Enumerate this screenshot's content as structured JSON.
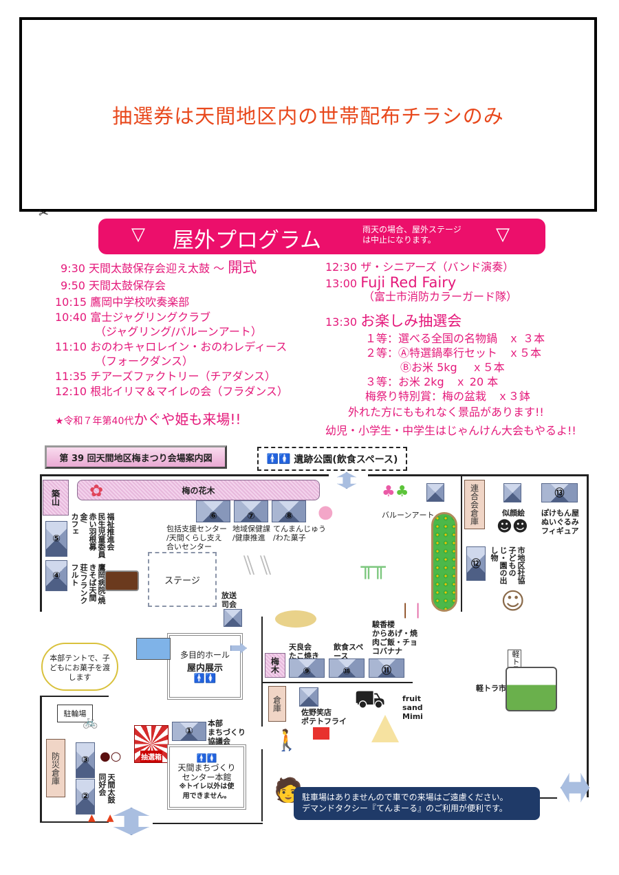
{
  "notice_box": {
    "text": "抽選券は天間地区内の世帯配布チラシのみ"
  },
  "banner": {
    "marker": "▽",
    "title": "屋外プログラム",
    "rain_note_1": "雨天の場合、屋外ステージ",
    "rain_note_2": "は中止になります。"
  },
  "program_left": [
    {
      "time": "9:30",
      "text": "天間太鼓保存会迎え太鼓 ～",
      "highlight": "開式"
    },
    {
      "time": "9:50",
      "text": "天間太鼓保存会"
    },
    {
      "time": "10:15",
      "text": "鷹岡中学校吹奏楽部"
    },
    {
      "time": "10:40",
      "text": "富士ジャグリングクラブ",
      "sub": "（ジャグリング/バルーンアート）"
    },
    {
      "time": "11:10",
      "text": "おのわキャロレイン・おのわレディース",
      "sub": "（フォークダンス）"
    },
    {
      "time": "11:35",
      "text": "チアーズファクトリー（チアダンス）"
    },
    {
      "time": "12:10",
      "text": "根北イリマ＆マイレの会（フラダンス）"
    }
  ],
  "kaguya": {
    "prefix": "★令和７年第40代",
    "text": "かぐや姫も来場!!"
  },
  "program_right": [
    {
      "time": "12:30",
      "text": "ザ・シニアーズ（バンド演奏）"
    },
    {
      "time": "13:00",
      "text": "Fuji Red Fairy",
      "sub": "（富士市消防カラーガード隊）"
    },
    {
      "time": "13:30",
      "text": "お楽しみ抽選会"
    }
  ],
  "prizes": [
    "１等：選べる全国の名物鍋　ｘ ３本",
    "２等：Ⓐ特選鍋奉行セット　ｘ５本",
    "Ⓑお米 5kg　 ｘ５本",
    "３等：お米 2kg　ｘ 20 本",
    "梅祭り特別賞：梅の盆栽　ｘ３鉢"
  ],
  "lottery_note": "外れた方にももれなく景品があります!!",
  "janken_note": "幼児・小学生・中学生はじゃんけん大会もやるよ!!",
  "map": {
    "title": "第 39 回天間地区梅まつり会場案内図",
    "park": "遺跡公園(飲食スペース)",
    "plum_trees": "梅の花木",
    "tsukiyama": "築山",
    "stage": "ステージ",
    "broadcast": "放送司会",
    "booths": {
      "b1": "①",
      "b2": "②",
      "b3": "③",
      "b4": "④",
      "b5": "⑤",
      "b6": "⑥",
      "b7": "⑦",
      "b8": "⑧",
      "b9": "⑨",
      "b10": "⑩",
      "b11": "⑪",
      "b12": "⑫",
      "b13": "⑬"
    },
    "label_5": [
      "福祉推進会",
      "民生児童委員",
      "赤い羽根募金/",
      "カフェ"
    ],
    "label_4": [
      "鷹岡病院/",
      "焼きそば",
      "天間荘/",
      "フランクフルト"
    ],
    "label_6": [
      "包括支援センター",
      "/天間くらし支え",
      "合いセンター"
    ],
    "label_7": [
      "地域保健課",
      "/健康推進"
    ],
    "label_8": [
      "てんまんじゅう",
      "/わた菓子"
    ],
    "balloon": "バルーンアート",
    "union_storage": "連合会倉庫",
    "portrait": "似顔絵",
    "label_13": [
      "ぽけもん屋",
      "ぬいぐるみ",
      "フィギュア"
    ],
    "label_12": [
      "市地区社協",
      "子どもの",
      "じ・園の",
      "出し物"
    ],
    "cloud": "本部テントで、子どもにお菓子を渡します",
    "hall_1": "多目的ホール",
    "hall_2": "屋内展示",
    "bicycle": "駐輪場",
    "hq": [
      "本部",
      "まちづくり",
      "協議会"
    ],
    "lottery_box": "抽選箱",
    "disaster_storage": "防災倉庫",
    "label_23": [
      "天間太鼓",
      "同好会"
    ],
    "center": [
      "天間まちづくり",
      "センター本館",
      "※トイレ以外は使",
      "用できません。"
    ],
    "plum_tree": "梅木",
    "storage": "倉庫",
    "label_9": [
      "天良会",
      "たこ焼き"
    ],
    "label_10": [
      "飲食スペ",
      "ース"
    ],
    "label_11": [
      "駿香楼",
      "からあげ・焼",
      "肉ご飯・チョ",
      "コバナナ"
    ],
    "potato": [
      "佐野笑店",
      "ポテトフライ"
    ],
    "fruit": [
      "fruit",
      "sand",
      "Mimi"
    ],
    "kei_truck": "軽トラ市",
    "kei_flag": "軽トラ市",
    "parking_note_1": "駐車場はありませんので車での来場はご遠慮ください。",
    "parking_note_2": "デマンドタクシー『てんまーる』のご利用が便利です。"
  },
  "colors": {
    "pink": "#ec0f6b",
    "program_text": "#e4187a",
    "orange": "#e8481c",
    "navy": "#1f3a68"
  }
}
